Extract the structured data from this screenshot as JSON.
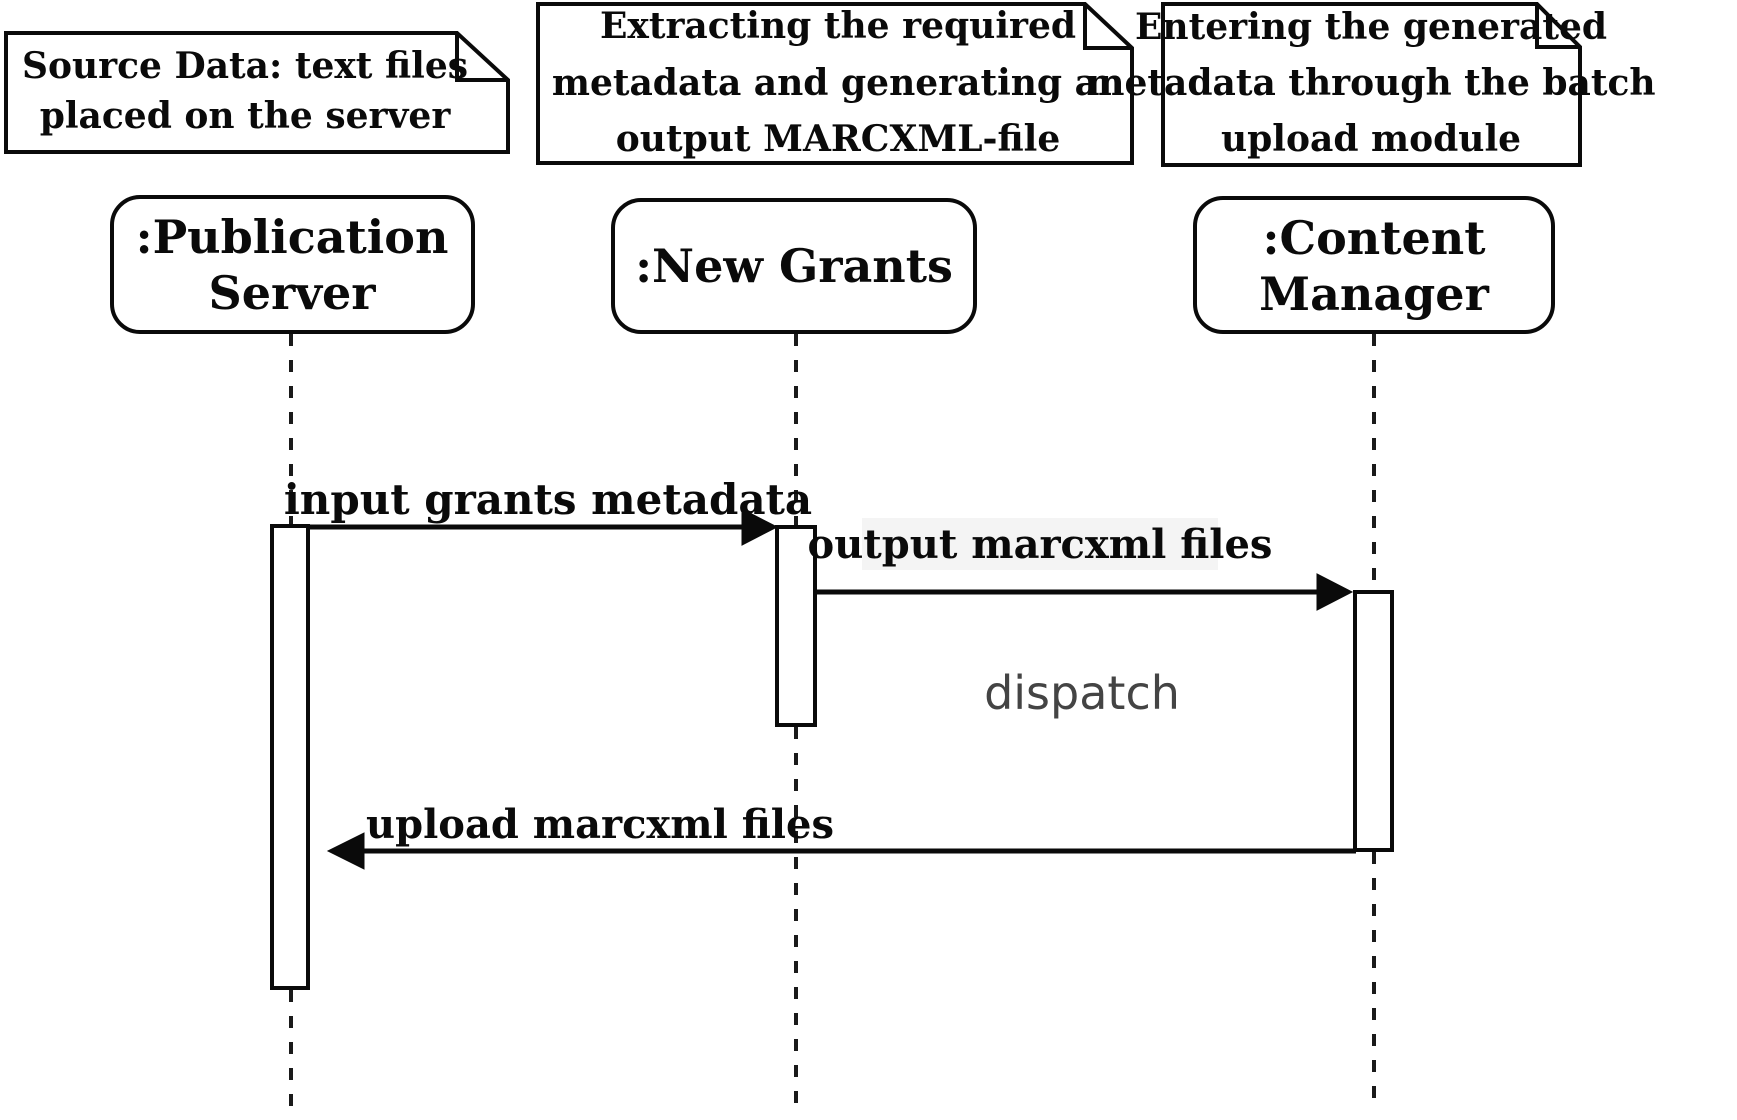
{
  "diagram": {
    "type": "uml-sequence-diagram",
    "background_color": "#ffffff",
    "line_color": "#0a0a0a",
    "dispatch_text_color": "#444444",
    "label_highlight_color": "#f4f4f4",
    "notes": [
      {
        "id": "note-source-data",
        "lines": [
          "Source Data: text files",
          "placed on the server"
        ]
      },
      {
        "id": "note-extracting",
        "lines": [
          "Extracting the required",
          "metadata and generating an",
          "output MARCXML-file"
        ]
      },
      {
        "id": "note-entering",
        "lines": [
          "Entering the generated",
          "metadata through the batch",
          "upload module"
        ]
      }
    ],
    "lifelines": [
      {
        "id": "publication-server",
        "label_lines": [
          ":Publication",
          "Server"
        ]
      },
      {
        "id": "new-grants",
        "label_line": ":New Grants"
      },
      {
        "id": "content-manager",
        "label_lines": [
          ":Content",
          "Manager"
        ]
      }
    ],
    "messages": [
      {
        "id": "msg-input",
        "label": "input grants metadata",
        "from": "publication-server",
        "to": "new-grants"
      },
      {
        "id": "msg-output",
        "label": "output marcxml files",
        "from": "new-grants",
        "to": "content-manager"
      },
      {
        "id": "msg-dispatch",
        "label": "dispatch",
        "kind": "annotation"
      },
      {
        "id": "msg-upload",
        "label": "upload marcxml files",
        "from": "content-manager",
        "to": "publication-server"
      }
    ]
  }
}
